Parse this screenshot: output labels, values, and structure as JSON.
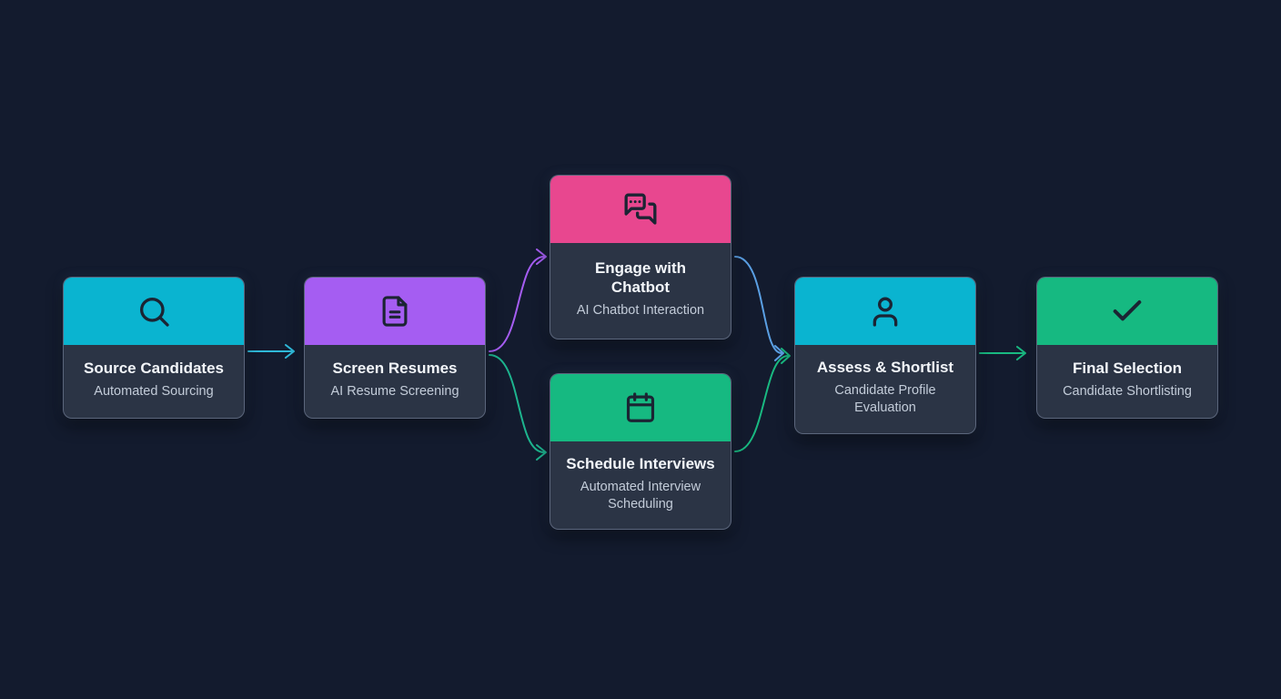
{
  "canvas": {
    "background": "#131b2e"
  },
  "nodes": [
    {
      "title": "Source Candidates",
      "subtitle": "Automated Sourcing",
      "icon": "search-icon",
      "color": "#0ab4d0"
    },
    {
      "title": "Screen Resumes",
      "subtitle": "AI Resume Screening",
      "icon": "file-text-icon",
      "color": "#a55df2"
    },
    {
      "title": "Engage with Chatbot",
      "subtitle": "AI Chatbot Interaction",
      "icon": "chat-icon",
      "color": "#e8478f"
    },
    {
      "title": "Schedule Interviews",
      "subtitle": "Automated Interview Scheduling",
      "icon": "calendar-icon",
      "color": "#16b981"
    },
    {
      "title": "Assess & Shortlist",
      "subtitle": "Candidate Profile Evaluation",
      "icon": "user-icon",
      "color": "#0ab4d0"
    },
    {
      "title": "Final Selection",
      "subtitle": "Candidate Shortlisting",
      "icon": "check-icon",
      "color": "#16b981"
    }
  ],
  "edges": [
    {
      "from": "Source Candidates",
      "to": "Screen Resumes",
      "color": "#2fb9d9"
    },
    {
      "from": "Screen Resumes",
      "to": "Engage with Chatbot",
      "color": "#a55df2"
    },
    {
      "from": "Screen Resumes",
      "to": "Schedule Interviews",
      "color": "#1db48e"
    },
    {
      "from": "Engage with Chatbot",
      "to": "Assess & Shortlist",
      "color": "#5a9fe3"
    },
    {
      "from": "Schedule Interviews",
      "to": "Assess & Shortlist",
      "color": "#19b981"
    },
    {
      "from": "Assess & Shortlist",
      "to": "Final Selection",
      "color": "#19b981"
    }
  ]
}
